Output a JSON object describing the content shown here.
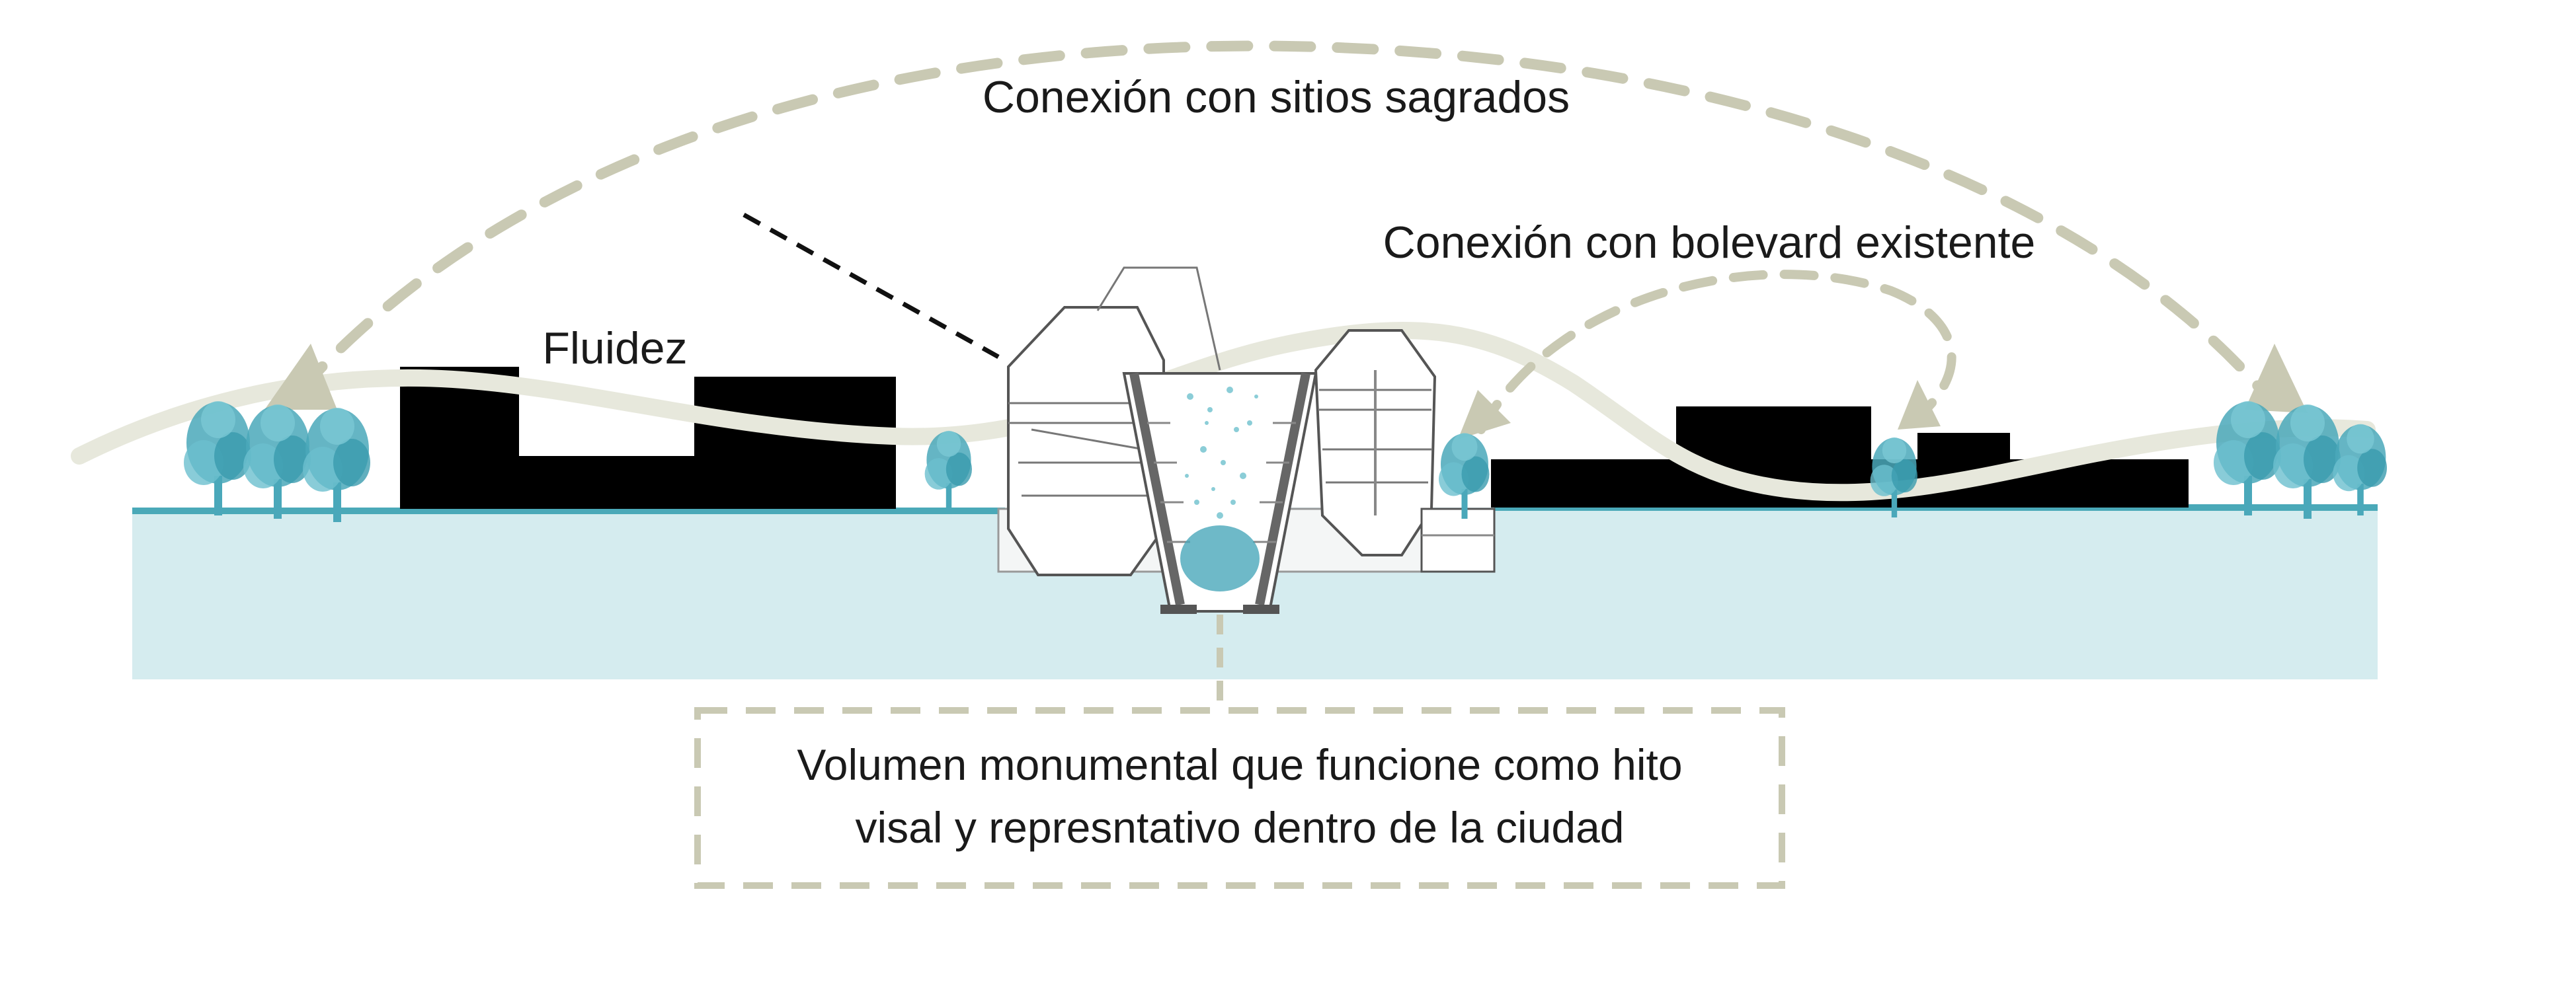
{
  "labels": {
    "sacred_sites": "Conexión con sitios sagrados",
    "boulevard": "Conexión con bolevard existente",
    "fluidity": "Fluidez",
    "callout_line1": "Volumen monumental que funcione como hito",
    "callout_line2": "visal y represntativo dentro de la ciudad"
  },
  "colors": {
    "ground": "#d5ecef",
    "ground_line": "#4aa9b8",
    "buildings": "#000000",
    "arrows": "#c9c9b3",
    "flow": "#e7e8dc",
    "trees": "#4aa8ba",
    "text": "#1a1a1a"
  },
  "icons": {
    "tree": "tree-icon",
    "arrowhead": "arrowhead-icon"
  }
}
